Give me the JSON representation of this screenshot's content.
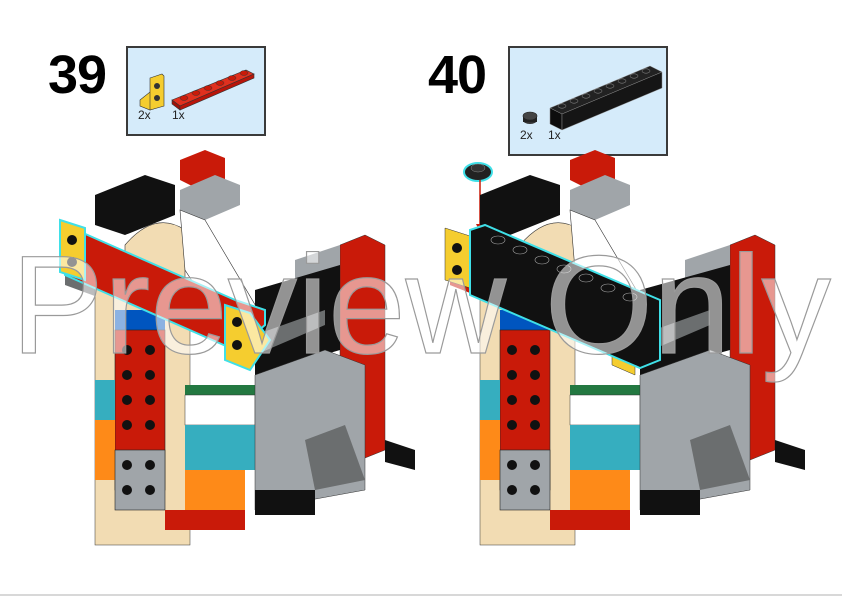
{
  "steps": [
    {
      "number": "39",
      "parts": [
        {
          "name": "yellow-angle-bracket-1x2",
          "qty": "2x",
          "color": "#f5cd2f"
        },
        {
          "name": "red-plate-1x6",
          "qty": "1x",
          "color": "#c91a09"
        }
      ],
      "highlight_color": "#3fe0e8"
    },
    {
      "number": "40",
      "parts": [
        {
          "name": "black-round-plate-1x1",
          "qty": "2x",
          "color": "#1b1b1b"
        },
        {
          "name": "black-brick-1x8",
          "qty": "1x",
          "color": "#111111"
        }
      ],
      "highlight_color": "#3fe0e8",
      "arrow_color": "#c91a09"
    }
  ],
  "watermark": {
    "text": "Preview Only"
  },
  "colors": {
    "callout_bg": "#d5ebfa",
    "red": "#c91a09",
    "black": "#111111",
    "yellow": "#f5cd2f",
    "tan": "#f2dcb3",
    "gray": "#a0a5a9",
    "dark_gray": "#6b6e6f",
    "blue": "#0055bf",
    "azure": "#36aebf",
    "orange": "#fe8a18",
    "green": "#237841",
    "white": "#ffffff"
  }
}
